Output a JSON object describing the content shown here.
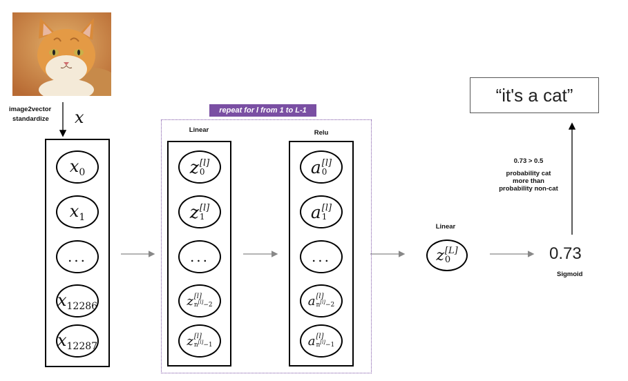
{
  "input": {
    "image_label_line1": "image2vector",
    "image_label_line2": "standardize",
    "vector_symbol": "x",
    "nodes": [
      {
        "base": "x",
        "sub": "0"
      },
      {
        "base": "x",
        "sub": "1"
      },
      {
        "dots": "..."
      },
      {
        "base": "x",
        "sub": "12286"
      },
      {
        "base": "x",
        "sub": "12287"
      }
    ]
  },
  "repeat_banner": "repeat for l from 1 to L-1",
  "linear_label": "Linear",
  "relu_label": "Relu",
  "linear_nodes": {
    "base": "z",
    "sup": "[l]",
    "items": [
      "0",
      "1",
      "...",
      "n^{[l]}−2",
      "n^{[l]}−1"
    ]
  },
  "relu_nodes": {
    "base": "a",
    "sup": "[l]",
    "items": [
      "0",
      "1",
      "...",
      "n^{[l]}−2",
      "n^{[l]}−1"
    ]
  },
  "output_linear_label": "Linear",
  "output_node": {
    "base": "z",
    "sub": "0",
    "sup": "[L]"
  },
  "sigmoid_value": "0.73",
  "sigmoid_label": "Sigmoid",
  "decision_line1": "0.73 > 0.5",
  "decision_line2": "probability cat",
  "decision_line3": "more than",
  "decision_line4": "probability non-cat",
  "result_text": "“it's a cat”",
  "colors": {
    "arrow": "#888888",
    "banner": "#7a4fa3",
    "repeat_border": "#7a4fa3"
  }
}
